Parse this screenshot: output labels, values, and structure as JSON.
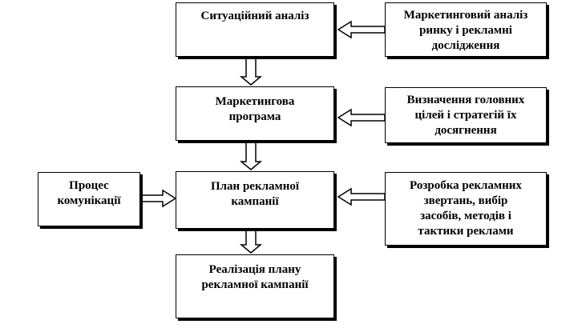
{
  "boxes": {
    "situational_analysis": "Ситуаційний аналіз",
    "market_research": "Маркетинговий аналіз\nринку і рекламні\nдослідження",
    "marketing_program": "Маркетингова\nпрограма",
    "goals_strategies": "Визначення головних\nцілей і стратегій їх\nдосягнення",
    "communication_process": "Процес\nкомунікації",
    "campaign_plan": "План рекламної\nкампанії",
    "ad_development": "Розробка рекламних\nзвертань, вибір\nзасобів, методів і\nтактики реклами",
    "plan_implementation": "Реалізація плану\nрекламної кампанії"
  }
}
